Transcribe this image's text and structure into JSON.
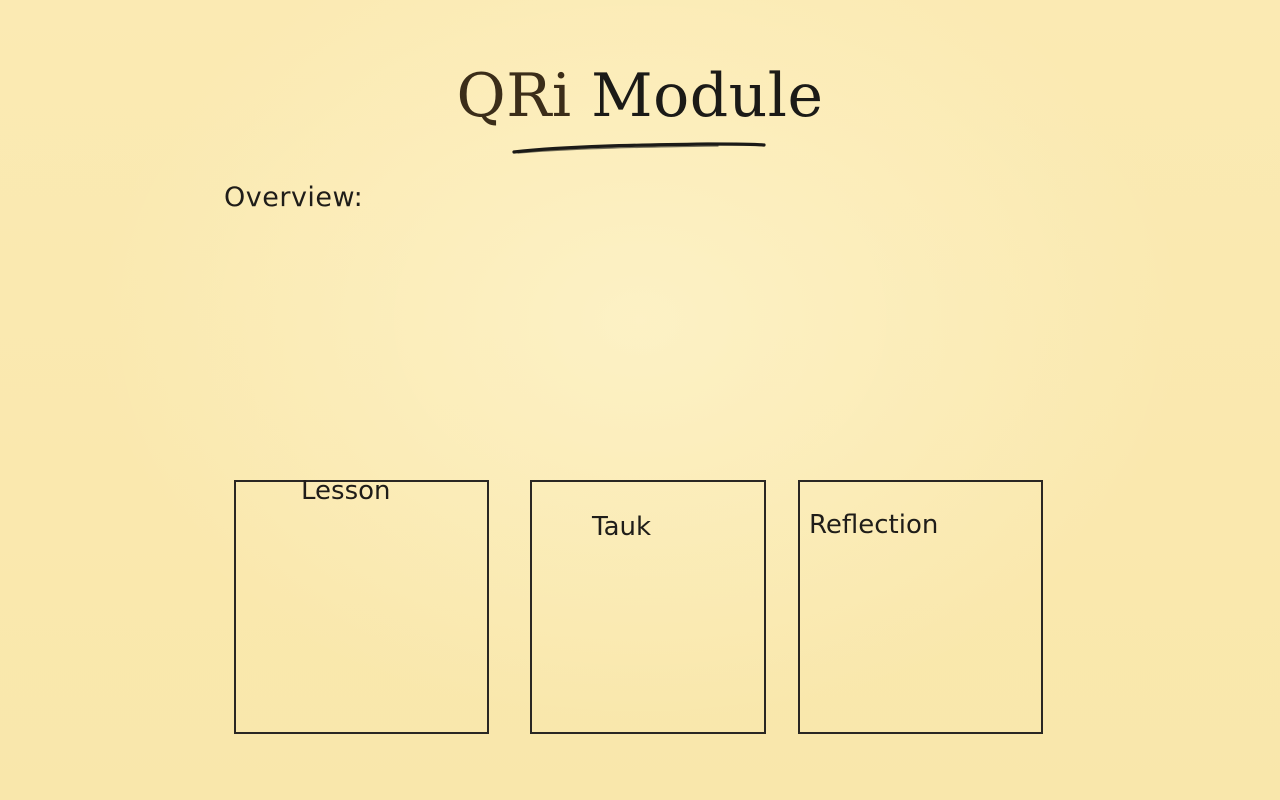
{
  "title": {
    "part1": "QRi",
    "part2": "Module"
  },
  "overview_label": "Overview:",
  "cards": [
    {
      "label": "Lesson"
    },
    {
      "label": "Tauk"
    },
    {
      "label": "Reflection"
    }
  ],
  "colors": {
    "paper": "#fbe9b0",
    "ink": "#1b1a17",
    "title_accent": "#3b2d19"
  }
}
